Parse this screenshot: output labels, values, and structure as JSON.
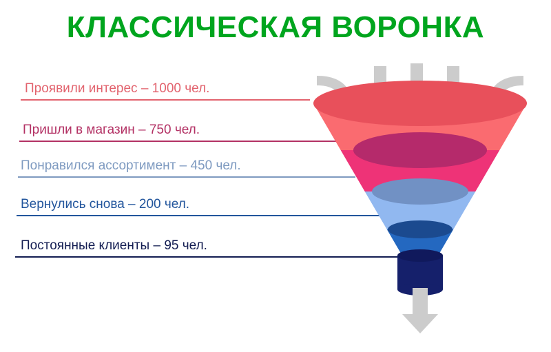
{
  "title": "КЛАССИЧЕСКАЯ ВОРОНКА",
  "title_color": "#00a51e",
  "background_color": "#ffffff",
  "stages": [
    {
      "label": "Проявили интерес – 1000 чел.",
      "stage_name": "Проявили интерес",
      "value": 1000,
      "unit": "чел.",
      "text_color": "#e2636e",
      "rule_color": "#e2636e",
      "band_top_color": "#e8505b",
      "band_body_color": "#fa6b70"
    },
    {
      "label": "Пришли в магазин – 750 чел.",
      "stage_name": "Пришли в магазин",
      "value": 750,
      "unit": "чел.",
      "text_color": "#b33164",
      "rule_color": "#b33164",
      "band_top_color": "#b52a6b",
      "band_body_color": "#ee3377"
    },
    {
      "label": "Понравился ассортимент – 450 чел.",
      "stage_name": "Понравился ассортимент",
      "value": 450,
      "unit": "чел.",
      "text_color": "#7e9ac0",
      "rule_color": "#7e9ac0",
      "band_top_color": "#7191c4",
      "band_body_color": "#91b8f0"
    },
    {
      "label": "Вернулись снова – 200 чел.",
      "stage_name": "Вернулись снова",
      "value": 200,
      "unit": "чел.",
      "text_color": "#22559c",
      "rule_color": "#22559c",
      "band_top_color": "#1b4a8f",
      "band_body_color": "#2468c0"
    },
    {
      "label": "Постоянные клиенты – 95 чел.",
      "stage_name": "Постоянные клиенты",
      "value": 95,
      "unit": "чел.",
      "text_color": "#131d52",
      "rule_color": "#131d52",
      "band_top_color": "#10195c",
      "band_body_color": "#15206b"
    }
  ],
  "funnel": {
    "inflow_arrow_color": "#cccccc",
    "outflow_arrow_color": "#cccccc",
    "inflow_arrow_count": 5,
    "outflow_arrow_count": 1
  },
  "chart_data": {
    "type": "funnel",
    "title": "КЛАССИЧЕСКАЯ ВОРОНКА",
    "categories": [
      "Проявили интерес",
      "Пришли в магазин",
      "Понравился ассортимент",
      "Вернулись снова",
      "Постоянные клиенты"
    ],
    "values": [
      1000,
      750,
      450,
      200,
      95
    ],
    "unit": "чел.",
    "colors": [
      "#e8505b",
      "#b52a6b",
      "#7191c4",
      "#1b4a8f",
      "#15206b"
    ],
    "xlabel": "",
    "ylabel": "",
    "legend": false,
    "grid": false
  }
}
